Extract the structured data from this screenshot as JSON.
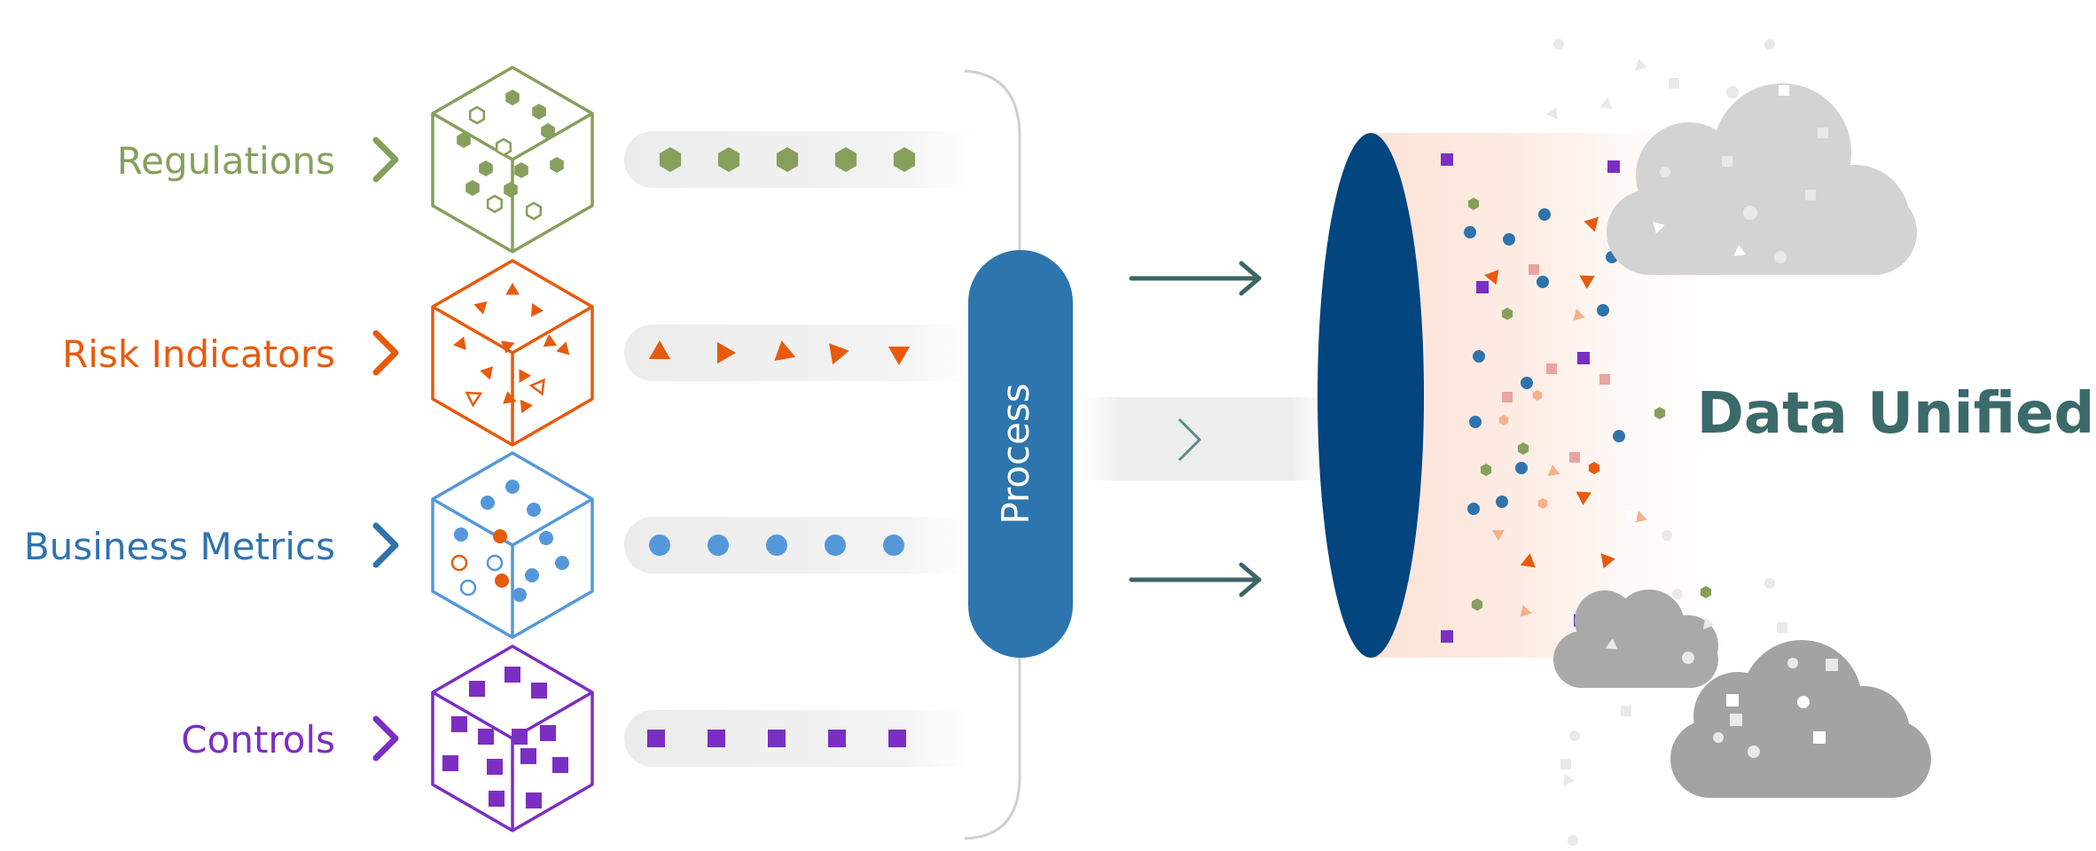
{
  "rows": [
    {
      "label": "Regulations",
      "color": "#86a05c",
      "shape": "hexagon"
    },
    {
      "label": "Risk Indicators",
      "color": "#e85a0c",
      "shape": "triangle"
    },
    {
      "label": "Business Metrics",
      "color": "#5598da",
      "label_color": "#2f73ad",
      "shape": "circle"
    },
    {
      "label": "Controls",
      "color": "#7b2fc2",
      "shape": "square"
    }
  ],
  "process": {
    "label": "Process",
    "color": "#2d75ae"
  },
  "result": {
    "label": "Data Unified",
    "color": "#3b6a6a"
  },
  "cylinder": {
    "color": "#02457f"
  },
  "cloud_colors": [
    "#d3d3d3",
    "#a9a9a9",
    "#a3a3a3"
  ],
  "arrow_color": "#3d6565"
}
